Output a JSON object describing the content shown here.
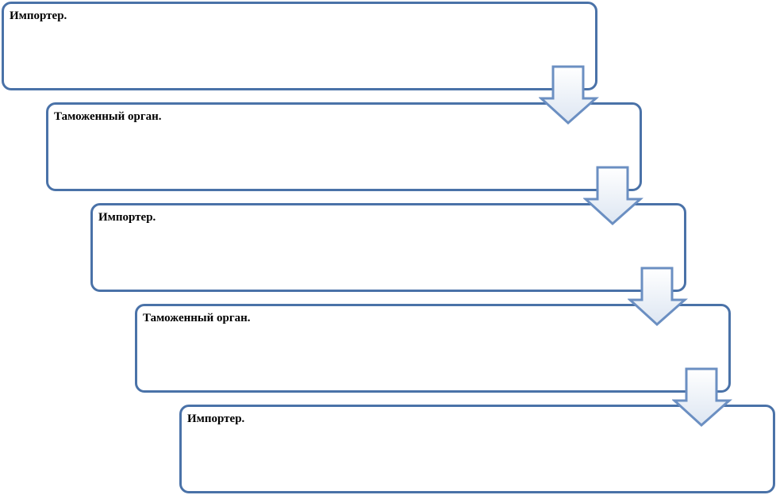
{
  "steps": [
    {
      "label": "Импортер."
    },
    {
      "label": "Таможенный орган."
    },
    {
      "label": "Импортер."
    },
    {
      "label": "Таможенный орган."
    },
    {
      "label": "Импортер."
    }
  ],
  "colors": {
    "stroke": "#4a72a8",
    "arrow_stroke": "#6b8fc2",
    "arrow_fill_top": "#ffffff",
    "arrow_fill_bottom": "#dde6f2",
    "text": "#000000"
  }
}
